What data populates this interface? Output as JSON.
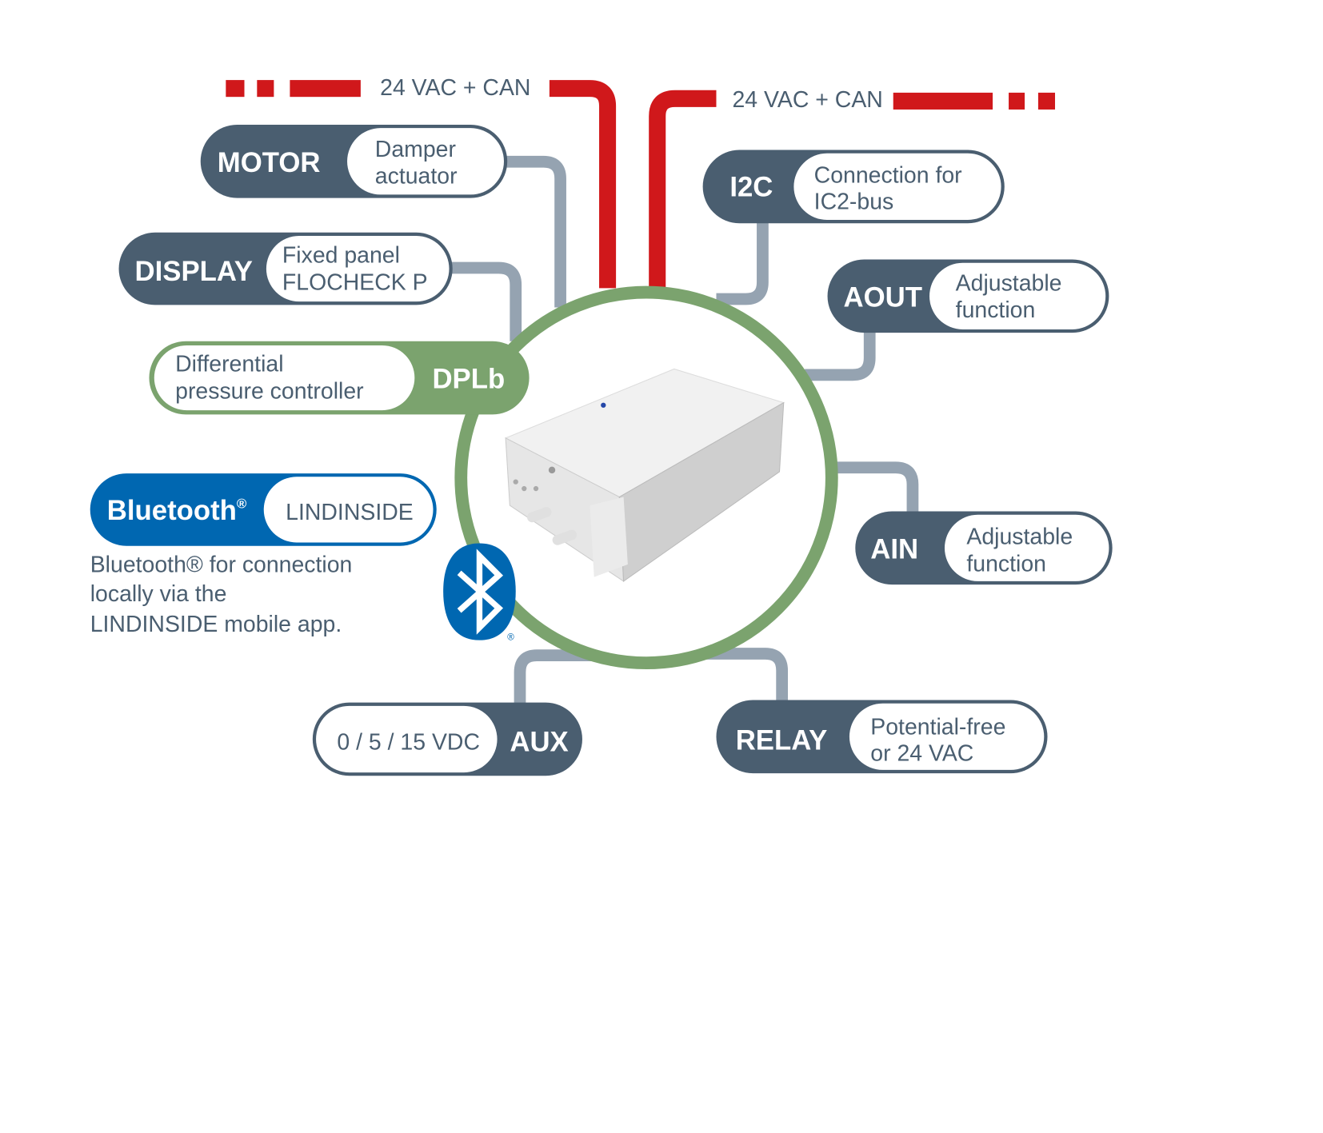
{
  "colors": {
    "module_dark": "#4a5e70",
    "dplb_green": "#7ba36e",
    "power_red": "#d0181b",
    "connector_gray": "#95a3b1",
    "bluetooth_blue": "#0067b1"
  },
  "power": {
    "left_label": "24 VAC + CAN",
    "right_label": "24 VAC + CAN"
  },
  "modules": {
    "motor": {
      "label": "MOTOR",
      "line1": "Damper",
      "line2": "actuator"
    },
    "display": {
      "label": "DISPLAY",
      "line1": "Fixed panel",
      "line2": "FLOCHECK P"
    },
    "dplb": {
      "label": "DPLb",
      "line1": "Differential",
      "line2": "pressure controller"
    },
    "bluetooth": {
      "label": "Bluetooth",
      "reg": "®",
      "value": "LINDINSIDE",
      "note1": "Bluetooth® for connection",
      "note2": "locally via the",
      "note3": "LINDINSIDE mobile app.",
      "logo_reg": "®"
    },
    "i2c": {
      "label": "I2C",
      "line1": "Connection for",
      "line2": "IC2-bus"
    },
    "aout": {
      "label": "AOUT",
      "line1": "Adjustable",
      "line2": "function"
    },
    "ain": {
      "label": "AIN",
      "line1": "Adjustable",
      "line2": "function"
    },
    "aux": {
      "label": "AUX",
      "value": "0 / 5 / 15 VDC"
    },
    "relay": {
      "label": "RELAY",
      "line1": "Potential-free",
      "line2": "or 24 VAC"
    }
  },
  "device": {
    "icon": "controller-device-image"
  }
}
